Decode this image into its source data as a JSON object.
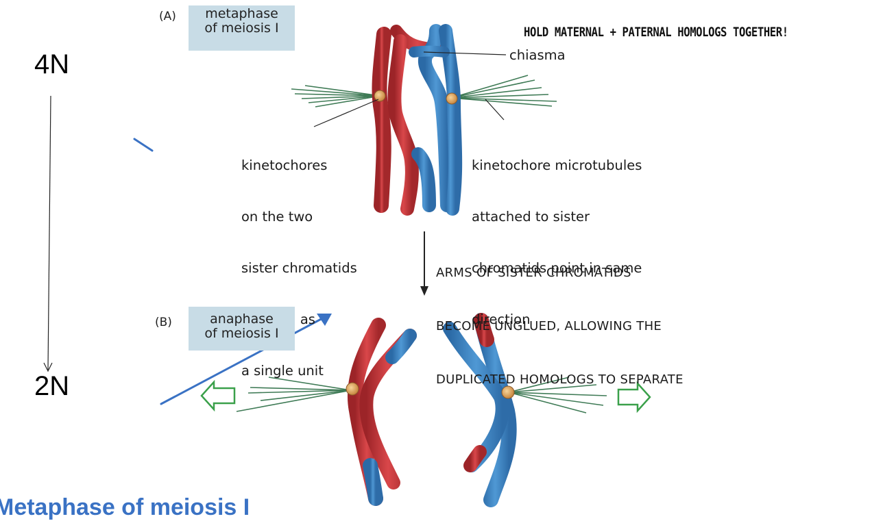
{
  "panel_a": {
    "letter": "(A)",
    "stage_line1": "metaphase",
    "stage_line2": "of meiosis I",
    "chiasma_label": "chiasma",
    "kinetochore_label": [
      "kinetochores",
      "on the two",
      "sister chromatids",
      "function as",
      "a single unit"
    ],
    "microtubule_label": [
      "kinetochore microtubules",
      "attached to sister",
      "chromatids point in same",
      "direction"
    ]
  },
  "transition_text": [
    "ARMS OF SISTER CHROMATIDS",
    "BECOME UNGLUED, ALLOWING THE",
    "DUPLICATED HOMOLOGS TO SEPARATE"
  ],
  "panel_b": {
    "letter": "(B)",
    "stage_line1": "anaphase",
    "stage_line2": "of meiosis I"
  },
  "annotations": {
    "handwritten_note": "HOLD MATERNAL + PATERNAL HOMOLOGS TOGETHER!",
    "ploidy_top": "4N",
    "ploidy_bottom": "2N",
    "bottom_title": "Metaphase of meiosis I"
  },
  "colors": {
    "maternal_red": "#c8373a",
    "paternal_blue": "#3f86c4",
    "spindle_green": "#3e7a55",
    "box_fill": "#c8dce6",
    "annotation_blue": "#3a72c4",
    "arrow_green": "#3aa04a"
  }
}
